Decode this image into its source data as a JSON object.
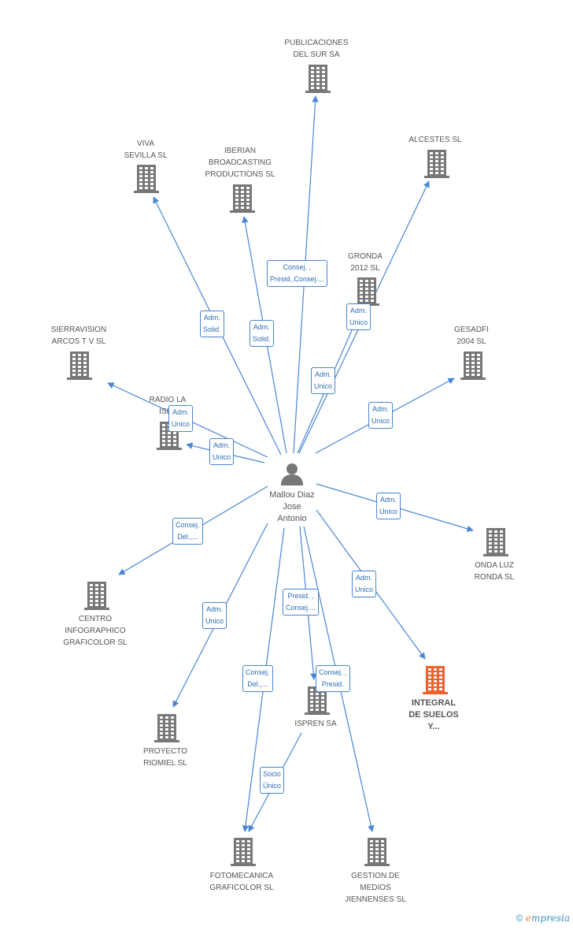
{
  "colors": {
    "edge": "#4a86d4",
    "building": "#777777",
    "highlight": "#f0602a",
    "label": "#555555"
  },
  "center": {
    "name": "Mallou Diaz\nJose\nAntonio",
    "icon": "person-icon"
  },
  "companies": [
    {
      "id": "publicaciones",
      "name": "PUBLICACIONES\nDEL SUR SA"
    },
    {
      "id": "viva",
      "name": "VIVA\nSEVILLA SL"
    },
    {
      "id": "iberian",
      "name": "IBERIAN\nBROADCASTING\nPRODUCTIONS SL"
    },
    {
      "id": "alcestes",
      "name": "ALCESTES SL"
    },
    {
      "id": "gronda",
      "name": "GRONDA\n2012 SL"
    },
    {
      "id": "sierravision",
      "name": "SIERRAVISION\nARCOS T V SL"
    },
    {
      "id": "gesadfi",
      "name": "GESADFI\n2004 SL"
    },
    {
      "id": "radiolaisla",
      "name": "RADIO LA\nISLA"
    },
    {
      "id": "ondaluz",
      "name": "ONDA LUZ\nRONDA SL"
    },
    {
      "id": "centro",
      "name": "CENTRO\nINFOGRAPHICO\nGRAFICOLOR SL"
    },
    {
      "id": "integral",
      "name": "INTEGRAL\nDE SUELOS\nY...",
      "highlight": true
    },
    {
      "id": "proyecto",
      "name": "PROYECTO\nRIOMIEL SL"
    },
    {
      "id": "ispren",
      "name": "ISPREN SA"
    },
    {
      "id": "fotomecanica",
      "name": "FOTOMECANICA\nGRAFICOLOR SL"
    },
    {
      "id": "gestion",
      "name": "GESTION DE\nMEDIOS\nJIENNENSES SL"
    }
  ],
  "edges": [
    {
      "id": "e-publicaciones",
      "label": "Consej. ,\nPresid.,Consej...."
    },
    {
      "id": "e-viva",
      "label": "Adm.\nSolid."
    },
    {
      "id": "e-iberian",
      "label": "Adm.\nSolid."
    },
    {
      "id": "e-alcestes",
      "label": "Adm.\nUnico"
    },
    {
      "id": "e-gronda",
      "label": "Adm.\nUnico"
    },
    {
      "id": "e-sierravision",
      "label": "Adm.\nUnico"
    },
    {
      "id": "e-radiolaisla",
      "label": "Adm.\nUnico"
    },
    {
      "id": "e-gesadfi",
      "label": "Adm.\nUnico"
    },
    {
      "id": "e-ondaluz",
      "label": "Adm.\nUnico"
    },
    {
      "id": "e-centro",
      "label": "Consej.\nDel.,..."
    },
    {
      "id": "e-integral",
      "label": "Adm.\nUnico"
    },
    {
      "id": "e-proyecto",
      "label": "Adm.\nUnico"
    },
    {
      "id": "e-ispren",
      "label": "Presid. ,\nConsej...."
    },
    {
      "id": "e-fotomecanica",
      "label": "Consej.\nDel.,..."
    },
    {
      "id": "e-gestion",
      "label": "Consej. ,\nPresid."
    },
    {
      "id": "e-ispren-foto",
      "label": "Socio\nÚnico"
    }
  ],
  "footer": {
    "copyright": "©",
    "brand_e": "e",
    "brand_rest": "mpresia"
  }
}
